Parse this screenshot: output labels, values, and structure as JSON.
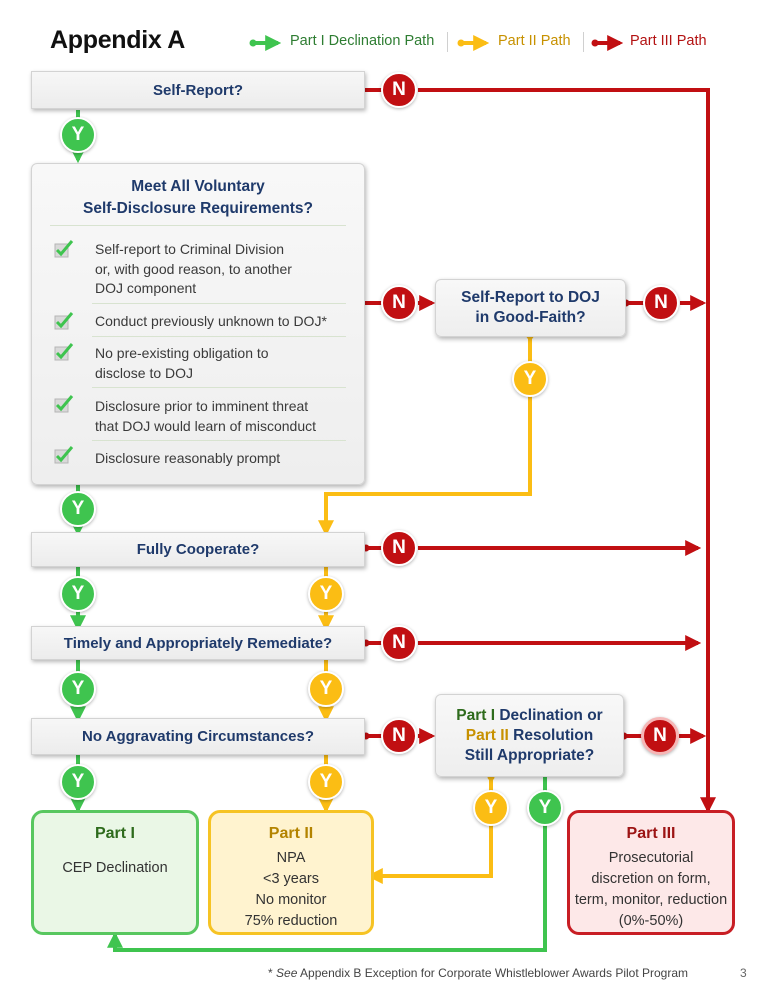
{
  "page": {
    "title": "Appendix A",
    "footnote_marker": "*",
    "footnote_see": "See",
    "footnote_text": "Appendix B Exception for Corporate Whistleblower Awards Pilot Program",
    "page_number": "3"
  },
  "legend": {
    "part1": "Part I Declination Path",
    "part2": "Part II Path",
    "part3": "Part III Path"
  },
  "colors": {
    "green": "#3fc44f",
    "yellow": "#fbbd14",
    "red": "#c10f12"
  },
  "badges": {
    "yes": "Y",
    "no": "N"
  },
  "questions": {
    "self_report": "Self-Report?",
    "vsd_title_line1": "Meet All Voluntary",
    "vsd_title_line2": "Self-Disclosure Requirements?",
    "good_faith_line1": "Self-Report to DOJ",
    "good_faith_line2": "in Good-Faith?",
    "cooperate": "Fully Cooperate?",
    "remediate": "Timely and Appropriately Remediate?",
    "aggravating": "No Aggravating Circumstances?",
    "still_part1": "Part I",
    "still_declination": "Declination or",
    "still_part2": "Part II",
    "still_resolution": "Resolution",
    "still_appropriate": "Still Appropriate?"
  },
  "requirements": [
    {
      "lines": [
        "Self-report to Criminal Division",
        "or, with good reason, to another",
        "DOJ component"
      ]
    },
    {
      "lines": [
        "Conduct previously unknown to DOJ*"
      ]
    },
    {
      "lines": [
        "No pre-existing obligation to",
        "disclose to DOJ"
      ]
    },
    {
      "lines": [
        "Disclosure prior to imminent threat",
        "that DOJ would learn of misconduct"
      ]
    },
    {
      "lines": [
        "Disclosure reasonably prompt"
      ]
    }
  ],
  "outcomes": {
    "part1": {
      "title": "Part I",
      "lines": [
        "CEP Declination"
      ]
    },
    "part2": {
      "title": "Part II",
      "lines": [
        "NPA",
        "<3 years",
        "No monitor",
        "75% reduction"
      ]
    },
    "part3": {
      "title": "Part III",
      "lines": [
        "Prosecutorial",
        "discretion on form,",
        "term, monitor, reduction",
        "(0%-50%)"
      ]
    }
  }
}
